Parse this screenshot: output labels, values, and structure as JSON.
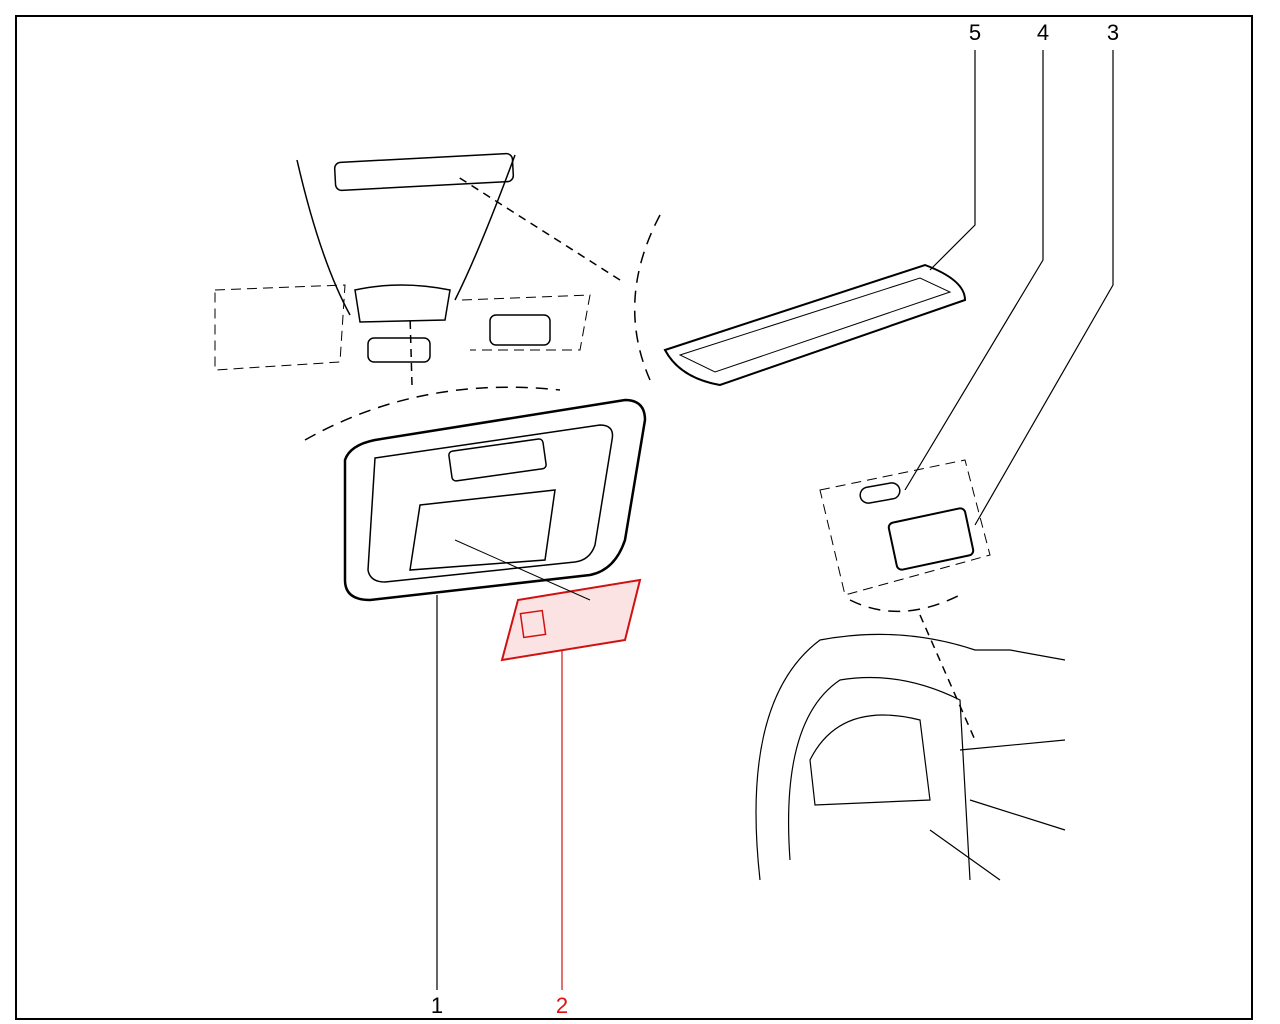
{
  "diagram": {
    "callouts": [
      {
        "id": "5",
        "label": "5"
      },
      {
        "id": "4",
        "label": "4"
      },
      {
        "id": "3",
        "label": "3"
      },
      {
        "id": "1",
        "label": "1"
      },
      {
        "id": "2",
        "label": "2",
        "highlighted": true
      }
    ],
    "colors": {
      "line": "#000000",
      "highlight": "#d11111"
    }
  }
}
